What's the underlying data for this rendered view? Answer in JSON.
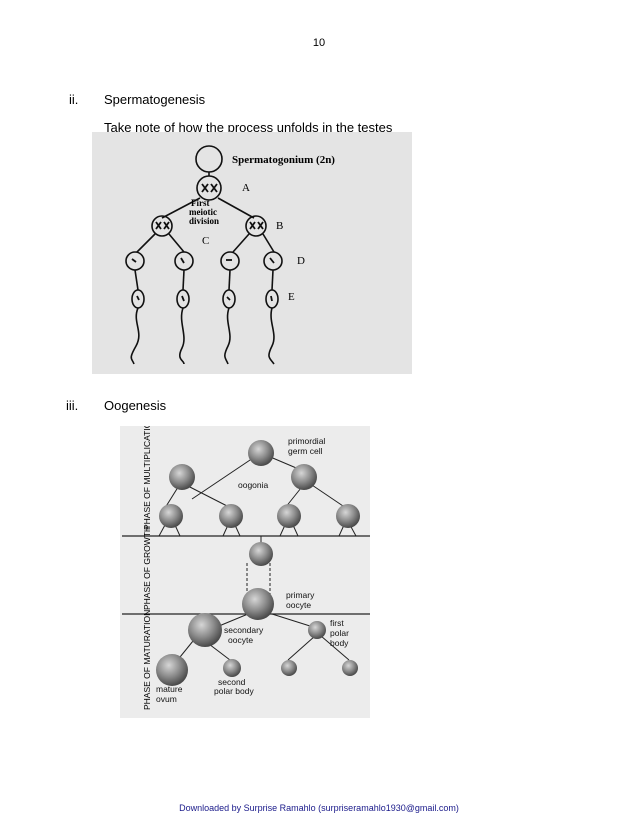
{
  "page": {
    "number": "10"
  },
  "sections": [
    {
      "num": "ii.",
      "title": "Spermatogenesis",
      "note": "Take note of how the process unfolds in the testes",
      "figure": {
        "top_label": "Spermatogonium (2n)",
        "labels": {
          "A": "A",
          "B": "B",
          "C": "C",
          "D": "D",
          "E": "E"
        },
        "division_label": [
          "First",
          "meiotic",
          "division"
        ]
      }
    },
    {
      "num": "iii.",
      "title": "Oogenesis",
      "figure": {
        "phases": [
          "PHASE OF MULTIPLICATION",
          "PHASE OF GROWTH",
          "PHASE OF MATURATION"
        ],
        "labels": {
          "primordial": [
            "primordial",
            "germ cell"
          ],
          "oogonia": "oogonia",
          "primary": [
            "primary",
            "oocyte"
          ],
          "secondary": [
            "secondary",
            "oocyte"
          ],
          "first_polar": [
            "first",
            "polar",
            "body"
          ],
          "second_polar": [
            "second",
            "polar body"
          ],
          "mature": [
            "mature",
            "ovum"
          ]
        }
      }
    }
  ],
  "footer": "Downloaded by Surprise Ramahlo (surpriseramahlo1930@gmail.com)"
}
